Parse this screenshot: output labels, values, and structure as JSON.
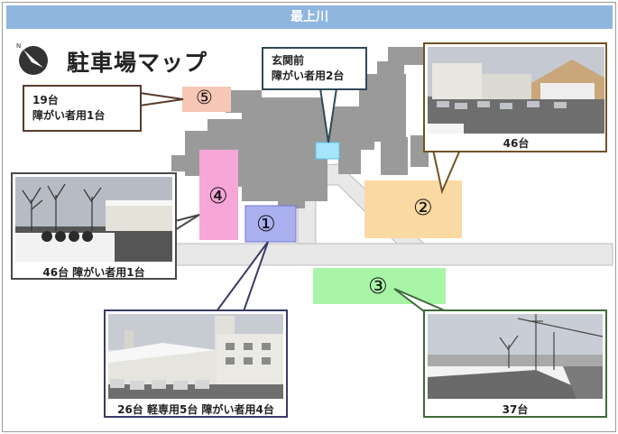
{
  "river_title": "最上川",
  "map_title": "駐車場マップ",
  "compass": {
    "north_label": "N"
  },
  "colors": {
    "lot1": "#aab0f0",
    "lot2": "#fbd9a3",
    "lot3": "#a8f5a8",
    "lot4": "#f7a6d8",
    "lot5": "#f6c7b6",
    "entrance": "#a6e4fb",
    "building": "#9a9a9a",
    "road": "#e8e8e8",
    "river_bar": "#8fb6df"
  },
  "lots": {
    "lot1": {
      "number": "①",
      "caption": "26台 軽専用5台 障がい者用4台"
    },
    "lot2": {
      "number": "②",
      "caption": "46台"
    },
    "lot3": {
      "number": "③",
      "caption": "37台"
    },
    "lot4": {
      "number": "④",
      "caption": "46台 障がい者用1台"
    },
    "lot5": {
      "number": "⑤",
      "line1": "19台",
      "line2": "障がい者用1台"
    }
  },
  "entrance": {
    "line1": "玄関前",
    "line2": "障がい者用2台"
  }
}
